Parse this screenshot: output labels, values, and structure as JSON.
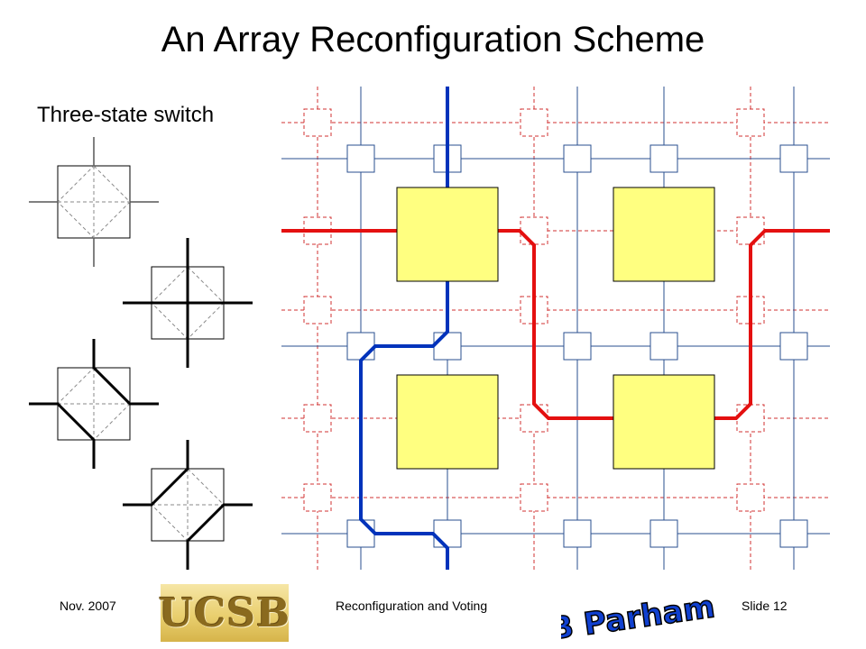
{
  "slide": {
    "title": "An Array Reconfiguration Scheme",
    "subtitle": "Three-state switch"
  },
  "footer": {
    "date": "Nov. 2007",
    "center": "Reconfiguration and Voting",
    "slide_number": "Slide 12",
    "logo_left_text": "UCSB",
    "logo_right_text": "B Parhami"
  },
  "colors": {
    "processor_fill": "#ffff80",
    "blue_bus": "#0033bb",
    "blue_thin": "#2a4f8f",
    "red_bus": "#e41010",
    "red_dashed": "#d03030",
    "switch_stroke": "#2a4f8f"
  }
}
